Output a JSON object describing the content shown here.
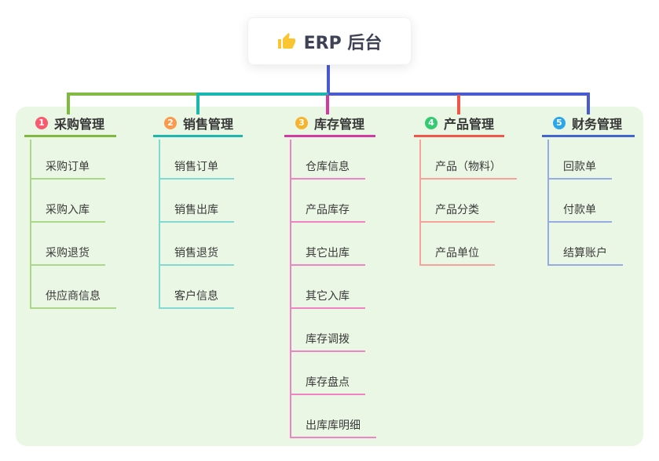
{
  "root": {
    "title": "ERP 后台",
    "icon": "thumbs-up-icon"
  },
  "panel_bg": "#eaf7e4",
  "connectors": {
    "root_line": "#4a5ad0",
    "bus_left": "#82ba43",
    "bus_mid": "#1ab7ae",
    "bus_right": "#4a5ad0"
  },
  "branches": [
    {
      "number": "1",
      "label": "采购管理",
      "colors": {
        "badge": "#f85a6e",
        "accent": "#7fba3e",
        "light": "#abd78b"
      },
      "items": [
        "采购订单",
        "采购入库",
        "采购退货",
        "供应商信息"
      ]
    },
    {
      "number": "2",
      "label": "销售管理",
      "colors": {
        "badge": "#fb9a4d",
        "accent": "#1eb7ae",
        "light": "#82d8d2"
      },
      "items": [
        "销售订单",
        "销售出库",
        "销售退货",
        "客户信息"
      ]
    },
    {
      "number": "3",
      "label": "库存管理",
      "colors": {
        "badge": "#f6b32c",
        "accent": "#d23a9f",
        "light": "#ef83c3"
      },
      "items": [
        "仓库信息",
        "产品库存",
        "其它出库",
        "其它入库",
        "库存调拨",
        "库存盘点",
        "出库库明细"
      ]
    },
    {
      "number": "4",
      "label": "产品管理",
      "colors": {
        "badge": "#32cb72",
        "accent": "#f1564a",
        "light": "#f8a29b"
      },
      "items": [
        "产品（物料）",
        "产品分类",
        "产品单位"
      ]
    },
    {
      "number": "5",
      "label": "财务管理",
      "colors": {
        "badge": "#2aa6e9",
        "accent": "#4365d2",
        "light": "#96abe3"
      },
      "items": [
        "回款单",
        "付款单",
        "结算账户"
      ]
    }
  ]
}
